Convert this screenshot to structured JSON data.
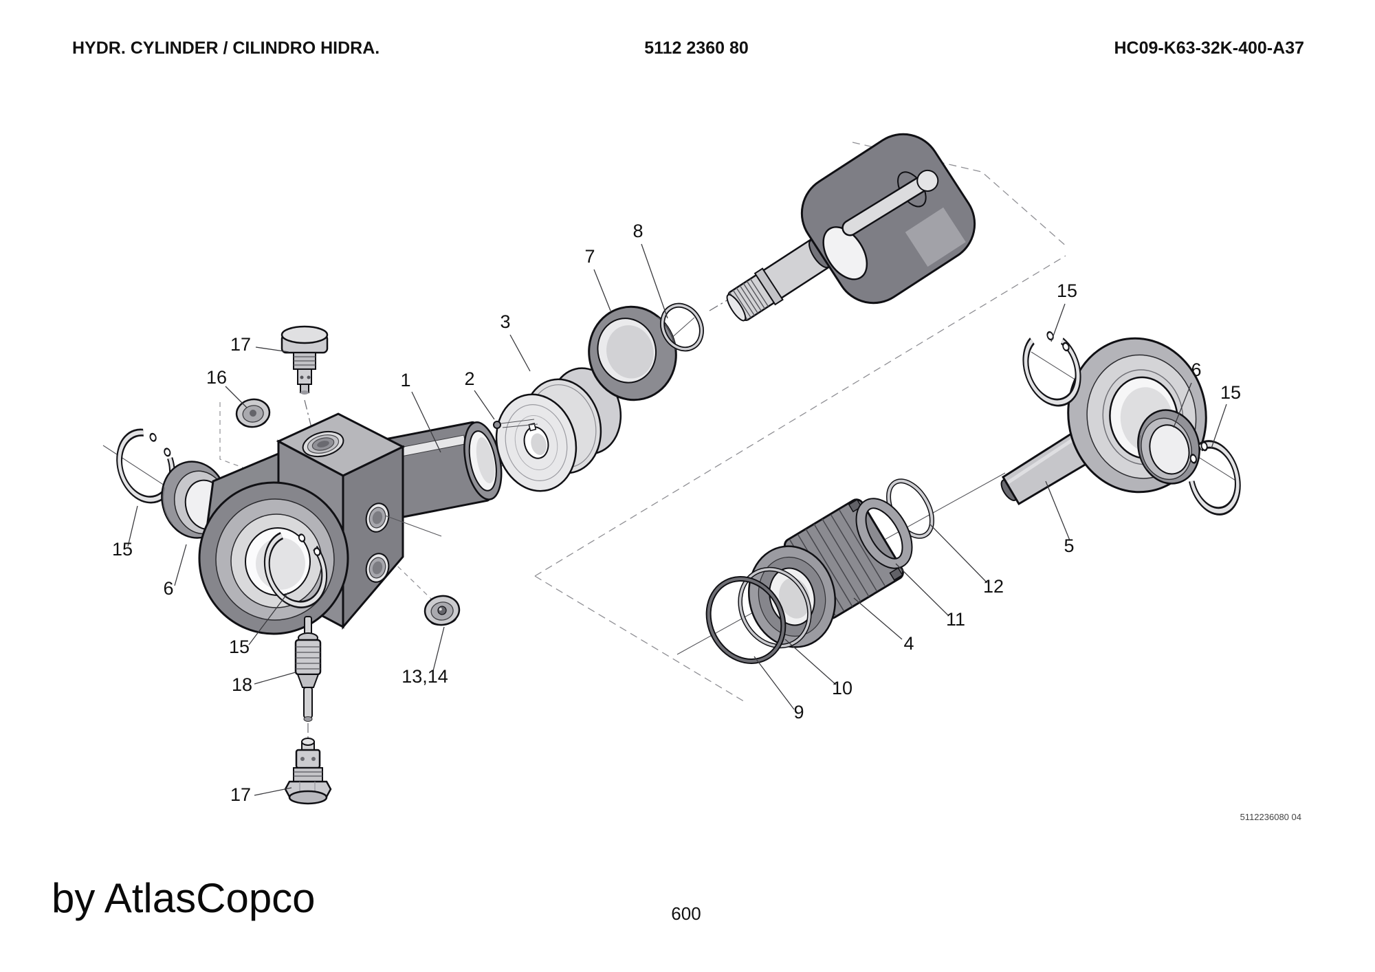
{
  "header": {
    "product_title": "HYDR. CYLINDER / CILINDRO HIDRA.",
    "part_number": "5112 2360 80",
    "model_code": "HC09-K63-32K-400-A37"
  },
  "footer": {
    "brand_credit": "by AtlasCopco",
    "page_number": "600"
  },
  "drawing": {
    "doc_ref": "5112236080 04",
    "colors": {
      "part_dark": "#84848a",
      "part_mid": "#b7b7bb",
      "part_light": "#d9d9db",
      "outline": "#101014"
    },
    "callouts": [
      {
        "id": "bolt-valve-top",
        "label": "17"
      },
      {
        "id": "plug-16",
        "label": "16"
      },
      {
        "id": "snap-ring-left",
        "label": "15"
      },
      {
        "id": "bearing-left",
        "label": "6"
      },
      {
        "id": "snap-ring-bore",
        "label": "15"
      },
      {
        "id": "valve-cartridge",
        "label": "18"
      },
      {
        "id": "valve-bottom",
        "label": "17"
      },
      {
        "id": "plug-pair",
        "label": "13,14"
      },
      {
        "id": "cylinder-body",
        "label": "1"
      },
      {
        "id": "set-screw",
        "label": "2"
      },
      {
        "id": "piston",
        "label": "3"
      },
      {
        "id": "cushion-ring",
        "label": "7"
      },
      {
        "id": "o-ring-8",
        "label": "8"
      },
      {
        "id": "snap-ring-rod-top",
        "label": "15"
      },
      {
        "id": "bearing-right",
        "label": "6"
      },
      {
        "id": "snap-ring-right",
        "label": "15"
      },
      {
        "id": "piston-rod",
        "label": "5"
      },
      {
        "id": "back-up-ring-12",
        "label": "12"
      },
      {
        "id": "seal-ring-11",
        "label": "11"
      },
      {
        "id": "gland-nut",
        "label": "4"
      },
      {
        "id": "o-ring-10",
        "label": "10"
      },
      {
        "id": "o-ring-9",
        "label": "9"
      }
    ]
  }
}
